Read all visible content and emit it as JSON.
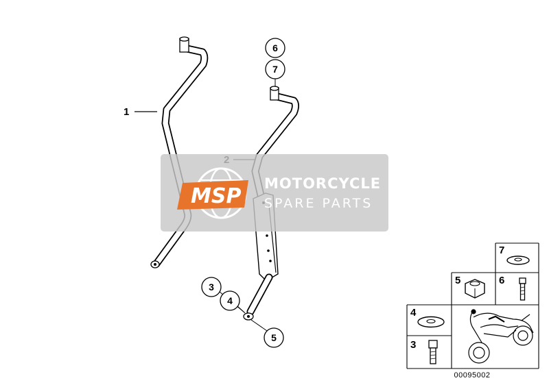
{
  "diagram": {
    "callouts": [
      "1",
      "2",
      "3",
      "4",
      "5",
      "6",
      "7"
    ],
    "legend": {
      "cells": [
        "7",
        "5",
        "6",
        "4",
        "3"
      ]
    },
    "code": "00095002"
  },
  "watermark": {
    "logo": "MSP",
    "line1": "MOTORCYCLE",
    "line2": "SPARE PARTS",
    "color": "#e8732a"
  }
}
